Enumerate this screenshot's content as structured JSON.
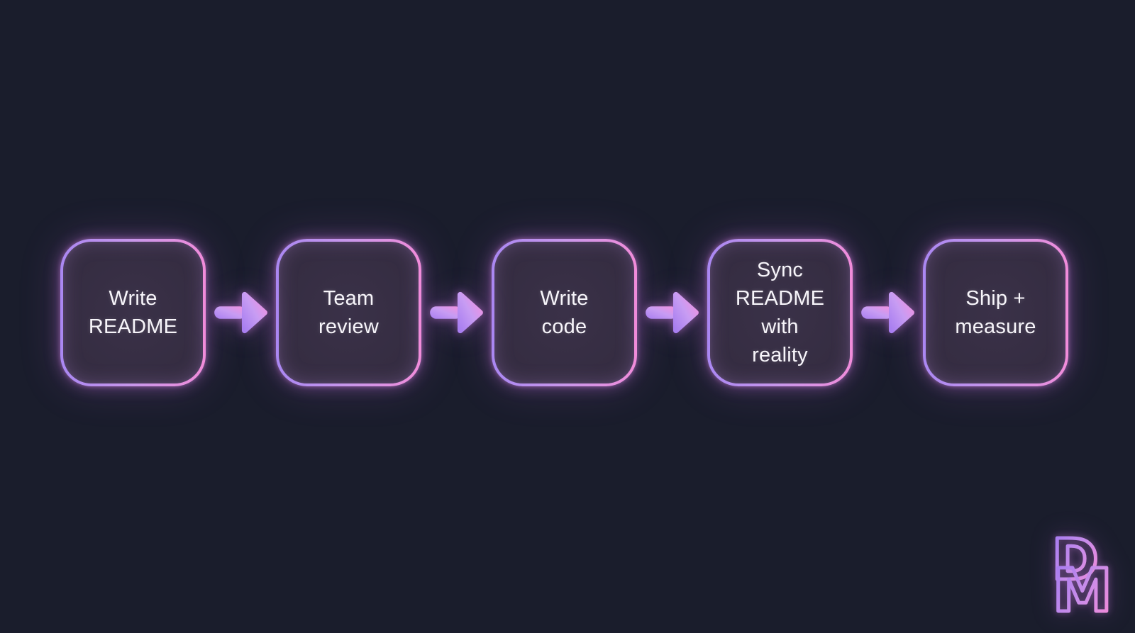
{
  "page": {
    "background_color": "#1a1d2c",
    "type": "flowchart"
  },
  "flow": {
    "steps": [
      {
        "label": "Write\nREADME"
      },
      {
        "label": "Team\nreview"
      },
      {
        "label": "Write\ncode"
      },
      {
        "label": "Sync\nREADME\nwith\nreality"
      },
      {
        "label": "Ship +\nmeasure"
      }
    ],
    "colors": {
      "node_border_gradient_start": "#aa87f2",
      "node_border_gradient_end": "#f18cda",
      "node_fill": "#332b3f",
      "arrow_gradient_start": "#a87ef0",
      "arrow_gradient_end": "#f590dd",
      "text": "#f7f5fa",
      "glow": "#d27ee6"
    }
  },
  "logo": {
    "monogram": "DM",
    "top_letter": "D",
    "bottom_letter": "M"
  }
}
